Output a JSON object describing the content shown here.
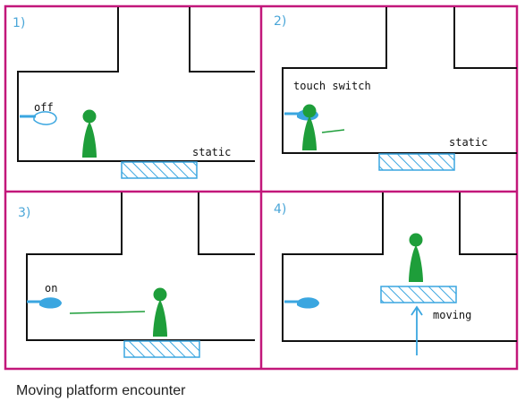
{
  "caption": "Moving platform encounter",
  "colors": {
    "frame": "#c2177a",
    "wall": "#111111",
    "player": "#1e9e3a",
    "switch": "#3aa6e0",
    "platform": "#3aa6e0",
    "trail": "#1e9e3a",
    "number": "#4aa6d8"
  },
  "panels": [
    {
      "number": "1)",
      "switch_label": "off",
      "platform_label": "static",
      "platform_state": "static"
    },
    {
      "number": "2)",
      "switch_label": "touch switch",
      "platform_label": "static",
      "platform_state": "static"
    },
    {
      "number": "3)",
      "switch_label": "on",
      "platform_label": "",
      "platform_state": "static"
    },
    {
      "number": "4)",
      "switch_label": "",
      "platform_label": "moving",
      "platform_state": "moving"
    }
  ]
}
